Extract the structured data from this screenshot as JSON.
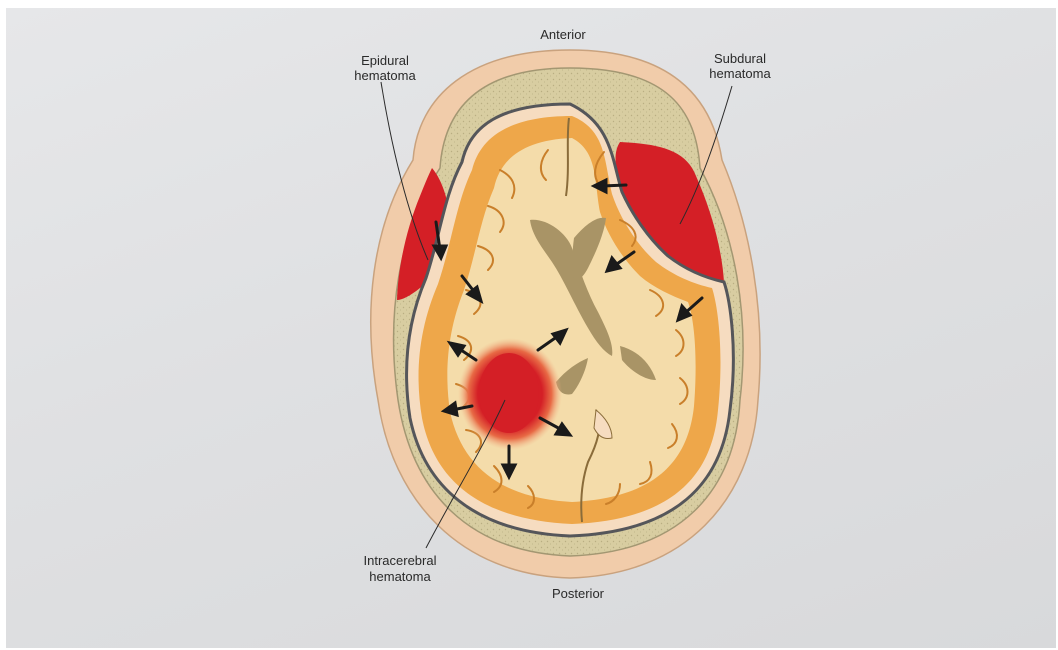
{
  "labels": {
    "anterior": "Anterior",
    "posterior": "Posterior",
    "epidural_line1": "Epidural",
    "epidural_line2": "hematoma",
    "subdural_line1": "Subdural",
    "subdural_line2": "hematoma",
    "intracerebral_line1": "Intracerebral",
    "intracerebral_line2": "hematoma"
  },
  "colors": {
    "background": "#dfe0e2",
    "scalp": "#f1ccaa",
    "skull": "#d8cda1",
    "dura": "#f6dcc0",
    "white_matter": "#f4dcaa",
    "cortex": "#eea74a",
    "ventricles": "#a99466",
    "hematoma": "#d41f26",
    "arrows": "#1a1a1a"
  }
}
